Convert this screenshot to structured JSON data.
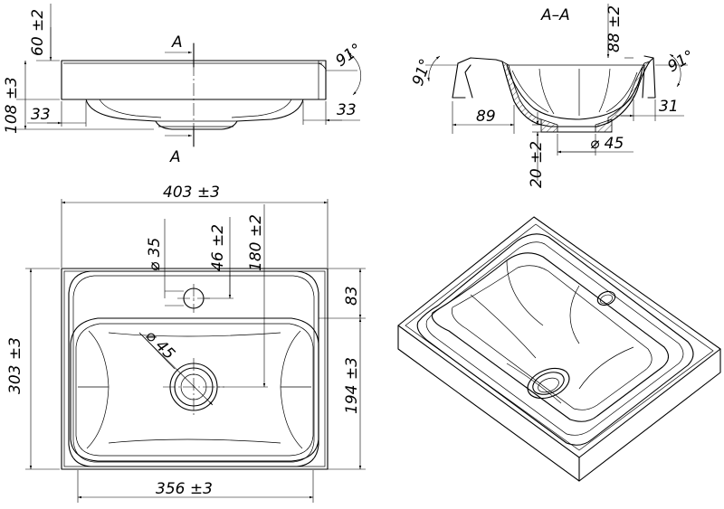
{
  "section_label": "A–A",
  "cut_label_top": "A",
  "cut_label_bottom": "A",
  "front_view": {
    "rim_height": "60 ±2",
    "total_height": "108 ±3",
    "left_offset": "33",
    "right_offset": "33",
    "angle": "91°"
  },
  "section_view": {
    "height": "88 ±2",
    "angle_left": "91°",
    "angle_right": "91°",
    "left_width": "89",
    "right_width": "31",
    "drain_height": "20 ±2",
    "drain_diameter": "⌀ 45"
  },
  "top_view": {
    "overall_width": "403 ±3",
    "overall_depth": "303 ±3",
    "inner_width": "356 ±3",
    "tap_hole_diameter": "⌀ 35",
    "tap_hole_offset": "46 ±2",
    "drain_offset": "180 ±2",
    "tap_to_bowl": "83",
    "bowl_to_edge": "194 ±3",
    "drain_diameter": "⌀ 45"
  }
}
